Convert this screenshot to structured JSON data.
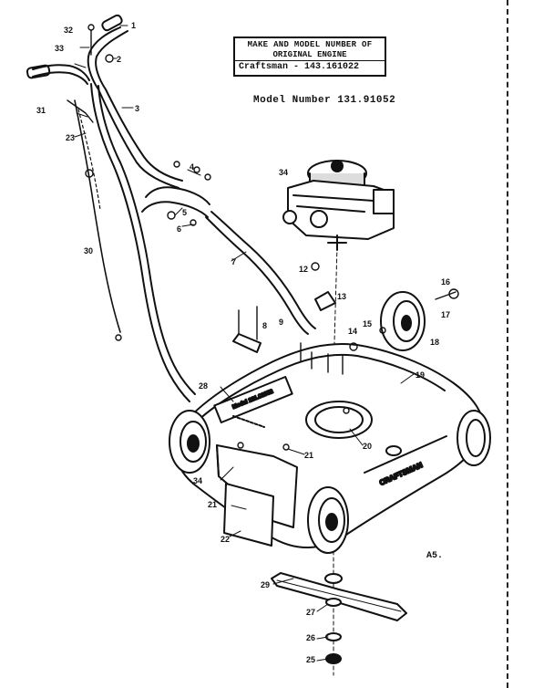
{
  "make_box": {
    "line1": "MAKE AND MODEL NUMBER OF",
    "line2": "ORIGINAL ENGINE",
    "line3": "Craftsman - 143.161022"
  },
  "model_number": "Model Number 131.91052",
  "page_ref": "A5.",
  "deck_brand": "CRAFTSMAN",
  "deck_decal": "Model 131.91052",
  "part_labels": [
    "1",
    "2",
    "3",
    "4",
    "5",
    "6",
    "7",
    "8",
    "9",
    "12",
    "13",
    "14",
    "15",
    "16",
    "17",
    "18",
    "19",
    "20",
    "21",
    "22",
    "23",
    "25",
    "26",
    "27",
    "28",
    "29",
    "30",
    "31",
    "32",
    "33",
    "34"
  ]
}
